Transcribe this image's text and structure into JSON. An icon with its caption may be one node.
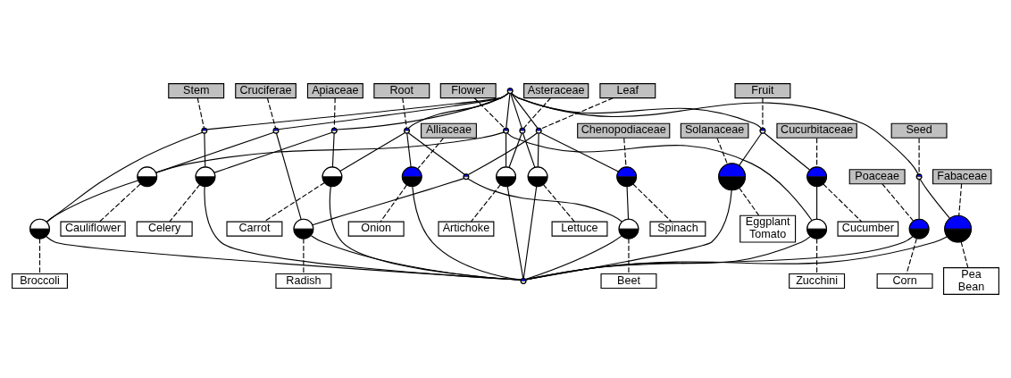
{
  "diagram": {
    "nodes": [
      {
        "text": [],
        "shape": "circle"
      },
      {
        "text": [
          "Cruciferae"
        ]
      },
      {
        "text": [
          "Root"
        ]
      },
      {
        "text": [
          "Leaf"
        ]
      },
      {
        "text": [
          "Flower"
        ]
      },
      {
        "text": [
          "Fruit"
        ]
      },
      {
        "text": [
          "Apiaceae"
        ]
      },
      {
        "text": [
          "Stem"
        ]
      },
      {
        "text": [
          "Chenopodiaceae"
        ]
      },
      {
        "text": [
          "Asteraceae"
        ]
      },
      {
        "text": [
          "Cucurbitaceae"
        ]
      },
      {
        "text": [
          "Seed"
        ]
      },
      {
        "text": [],
        "shape": "circle"
      },
      {
        "text": [],
        "shape": "circle"
      },
      {
        "text": [],
        "shape": "circle"
      },
      {
        "text": [],
        "shape": "circle"
      },
      {
        "text": [],
        "shape": "circle"
      },
      {
        "text": [],
        "shape": "circle"
      },
      {
        "text": [],
        "shape": "circle"
      },
      {
        "text": [],
        "shape": "circle"
      },
      {
        "text": [],
        "shape": "circle"
      },
      {
        "text": [],
        "shape": "circle"
      },
      {
        "text": [],
        "shape": "circle"
      },
      {
        "text": [],
        "shape": "circle"
      },
      {
        "text": [],
        "shape": "circle"
      },
      {
        "text": [
          "Cauliflower"
        ]
      },
      {
        "text": [
          "Spinach"
        ]
      },
      {
        "text": [
          "Alliaceae"
        ]
      },
      {
        "text": [
          "Cucumber"
        ]
      },
      {
        "text": [
          "Solanaceae"
        ]
      },
      {
        "text": [
          "Poaceae"
        ]
      },
      {
        "text": [
          "Fabaceae"
        ]
      },
      {
        "text": [],
        "shape": "circle"
      },
      {
        "text": [],
        "shape": "circle"
      },
      {
        "text": [],
        "shape": "circle"
      },
      {
        "text": [],
        "shape": "circle"
      },
      {
        "text": [],
        "shape": "circle"
      },
      {
        "text": [],
        "shape": "circle"
      },
      {
        "text": [],
        "shape": "circle"
      },
      {
        "text": [],
        "shape": "circle"
      },
      {
        "text": [],
        "shape": "circle"
      },
      {
        "text": [],
        "shape": "circle"
      },
      {
        "text": [],
        "shape": "circle"
      },
      {
        "text": [],
        "shape": "circle"
      },
      {
        "text": [
          "Celery"
        ]
      },
      {
        "text": [
          "Carrot"
        ]
      },
      {
        "text": [
          "Broccoli"
        ]
      },
      {
        "text": [
          "Onion"
        ]
      },
      {
        "text": [
          "Radish"
        ]
      },
      {
        "text": [
          "Beet"
        ]
      },
      {
        "text": [
          "Lettuce"
        ]
      },
      {
        "text": [
          "Artichoke"
        ]
      },
      {
        "text": [
          "Zucchini"
        ]
      },
      {
        "text": [
          "Eggplant",
          "Tomato"
        ]
      },
      {
        "text": [
          "Corn"
        ]
      },
      {
        "text": [
          "Pea",
          "Bean"
        ]
      },
      {
        "text": [],
        "shape": "circle"
      }
    ],
    "edges": [
      {
        "from": 0,
        "to": 17,
        "arrow": "none"
      },
      {
        "from": 0,
        "to": 18,
        "arrow": "none"
      },
      {
        "from": 0,
        "to": 12,
        "arrow": "none"
      },
      {
        "from": 0,
        "to": 13,
        "arrow": "none"
      },
      {
        "from": 0,
        "to": 14,
        "arrow": "none"
      },
      {
        "from": 0,
        "to": 22,
        "arrow": "none"
      },
      {
        "from": 0,
        "to": 15,
        "arrow": "none"
      },
      {
        "from": 0,
        "to": 16,
        "arrow": "none"
      },
      {
        "from": 0,
        "to": 24,
        "arrow": "none"
      },
      {
        "from": 12,
        "to": 19,
        "arrow": "none"
      },
      {
        "from": 12,
        "to": 36,
        "arrow": "none"
      },
      {
        "from": 13,
        "to": 33,
        "arrow": "none"
      },
      {
        "from": 13,
        "to": 35,
        "arrow": "none"
      },
      {
        "from": 13,
        "to": 21,
        "arrow": "none"
      },
      {
        "from": 14,
        "to": 20,
        "arrow": "none"
      },
      {
        "from": 14,
        "to": 21,
        "arrow": "none"
      },
      {
        "from": 14,
        "to": 38,
        "arrow": "none"
      },
      {
        "from": 15,
        "to": 19,
        "arrow": "none"
      },
      {
        "from": 15,
        "to": 39,
        "arrow": "none"
      },
      {
        "from": 15,
        "to": 40,
        "arrow": "none"
      },
      {
        "from": 16,
        "to": 23,
        "arrow": "none"
      },
      {
        "from": 16,
        "to": 41,
        "arrow": "none"
      },
      {
        "from": 17,
        "to": 32,
        "arrow": "none"
      },
      {
        "from": 17,
        "to": 33,
        "arrow": "none"
      },
      {
        "from": 18,
        "to": 32,
        "arrow": "none"
      },
      {
        "from": 18,
        "to": 34,
        "arrow": "none"
      },
      {
        "from": 19,
        "to": 34,
        "arrow": "none"
      },
      {
        "from": 20,
        "to": 37,
        "arrow": "none"
      },
      {
        "from": 21,
        "to": 36,
        "arrow": "none"
      },
      {
        "from": 21,
        "to": 37,
        "arrow": "none"
      },
      {
        "from": 22,
        "to": 38,
        "arrow": "none"
      },
      {
        "from": 22,
        "to": 39,
        "arrow": "none"
      },
      {
        "from": 23,
        "to": 40,
        "arrow": "none"
      },
      {
        "from": 24,
        "to": 42,
        "arrow": "none"
      },
      {
        "from": 24,
        "to": 43,
        "arrow": "none"
      },
      {
        "from": 32,
        "to": 56,
        "arrow": "none"
      },
      {
        "from": 33,
        "to": 56,
        "arrow": "none"
      },
      {
        "from": 34,
        "to": 56,
        "arrow": "none"
      },
      {
        "from": 35,
        "to": 56,
        "arrow": "none"
      },
      {
        "from": 36,
        "to": 56,
        "arrow": "none"
      },
      {
        "from": 37,
        "to": 56,
        "arrow": "none"
      },
      {
        "from": 38,
        "to": 56,
        "arrow": "none"
      },
      {
        "from": 39,
        "to": 56,
        "arrow": "none"
      },
      {
        "from": 40,
        "to": 56,
        "arrow": "none"
      },
      {
        "from": 41,
        "to": 56,
        "arrow": "none"
      },
      {
        "from": 42,
        "to": 56,
        "arrow": "none"
      },
      {
        "from": 43,
        "to": 56,
        "arrow": "none"
      },
      {
        "from": 1,
        "to": 12,
        "arrow": "none",
        "style": "dashed"
      },
      {
        "from": 2,
        "to": 13,
        "arrow": "none",
        "style": "dashed"
      },
      {
        "from": 3,
        "to": 14,
        "arrow": "none",
        "style": "dashed"
      },
      {
        "from": 4,
        "to": 15,
        "arrow": "none",
        "style": "dashed"
      },
      {
        "from": 5,
        "to": 16,
        "arrow": "none",
        "style": "dashed"
      },
      {
        "from": 6,
        "to": 17,
        "arrow": "none",
        "style": "dashed"
      },
      {
        "from": 7,
        "to": 18,
        "arrow": "none",
        "style": "dashed"
      },
      {
        "from": 8,
        "to": 20,
        "arrow": "none",
        "style": "dashed"
      },
      {
        "from": 9,
        "to": 22,
        "arrow": "none",
        "style": "dashed"
      },
      {
        "from": 10,
        "to": 23,
        "arrow": "none",
        "style": "dashed"
      },
      {
        "from": 11,
        "to": 24,
        "arrow": "none",
        "style": "dashed"
      },
      {
        "from": 27,
        "to": 35,
        "arrow": "none",
        "style": "dashed"
      },
      {
        "from": 29,
        "to": 41,
        "arrow": "none",
        "style": "dashed"
      },
      {
        "from": 30,
        "to": 42,
        "arrow": "none",
        "style": "dashed"
      },
      {
        "from": 31,
        "to": 43,
        "arrow": "none",
        "style": "dashed"
      },
      {
        "from": 19,
        "to": 25,
        "arrow": "none",
        "style": "dashed"
      },
      {
        "from": 20,
        "to": 26,
        "arrow": "none",
        "style": "dashed"
      },
      {
        "from": 23,
        "to": 28,
        "arrow": "none",
        "style": "dashed"
      },
      {
        "from": 32,
        "to": 44,
        "arrow": "none",
        "style": "dashed"
      },
      {
        "from": 33,
        "to": 45,
        "arrow": "none",
        "style": "dashed"
      },
      {
        "from": 34,
        "to": 46,
        "arrow": "none",
        "style": "dashed"
      },
      {
        "from": 35,
        "to": 47,
        "arrow": "none",
        "style": "dashed"
      },
      {
        "from": 36,
        "to": 48,
        "arrow": "none",
        "style": "dashed"
      },
      {
        "from": 37,
        "to": 49,
        "arrow": "none",
        "style": "dashed"
      },
      {
        "from": 38,
        "to": 50,
        "arrow": "none",
        "style": "dashed"
      },
      {
        "from": 39,
        "to": 51,
        "arrow": "none",
        "style": "dashed"
      },
      {
        "from": 40,
        "to": 52,
        "arrow": "none",
        "style": "dashed"
      },
      {
        "from": 41,
        "to": 53,
        "arrow": "none",
        "style": "dashed"
      },
      {
        "from": 42,
        "to": 54,
        "arrow": "none",
        "style": "dashed"
      },
      {
        "from": 43,
        "to": 55,
        "arrow": "none",
        "style": "dashed"
      }
    ]
  }
}
